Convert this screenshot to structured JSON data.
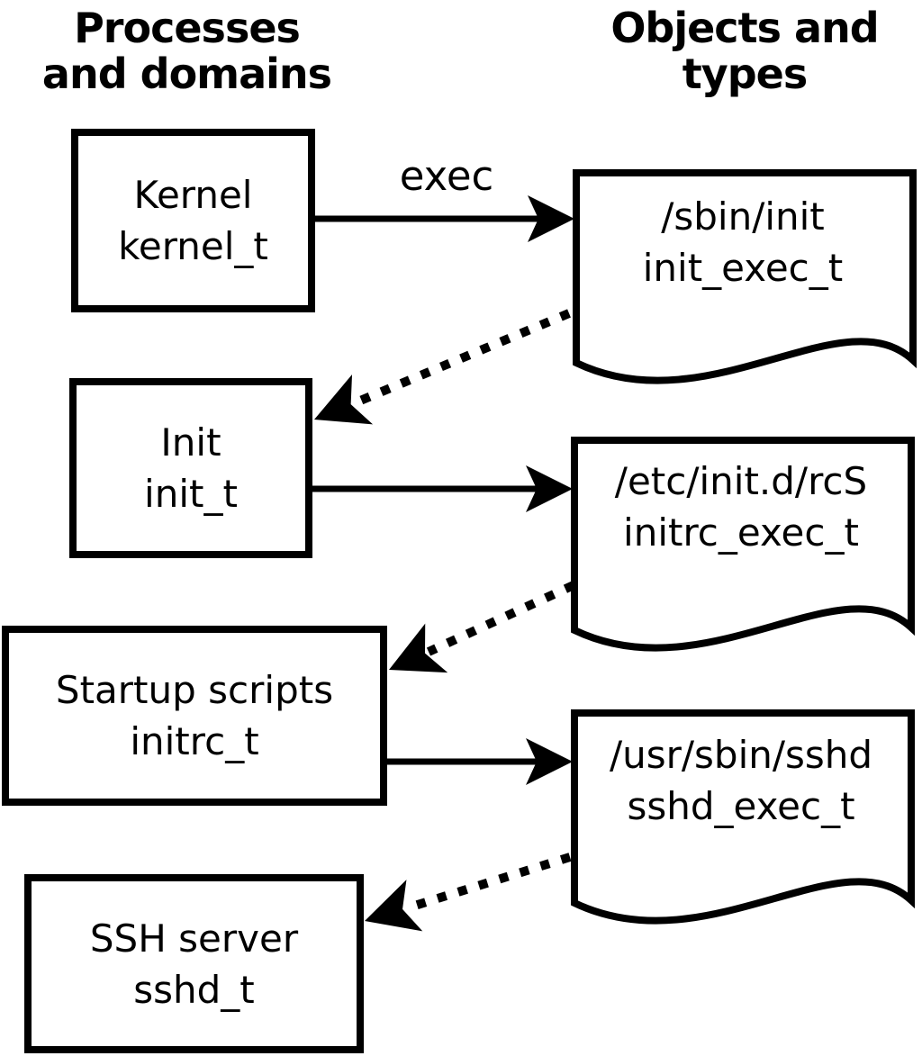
{
  "palette": {
    "ink": "#000000",
    "background": "#ffffff"
  },
  "headers": {
    "left": {
      "line1": "Processes",
      "line2": "and domains"
    },
    "right": {
      "line1": "Objects and",
      "line2": "types"
    }
  },
  "process_boxes": [
    {
      "name": "Kernel",
      "domain": "kernel_t"
    },
    {
      "name": "Init",
      "domain": "init_t"
    },
    {
      "name": "Startup scripts",
      "domain": "initrc_t"
    },
    {
      "name": "SSH server",
      "domain": "sshd_t"
    }
  ],
  "object_docs": [
    {
      "path": "/sbin/init",
      "type": "init_exec_t"
    },
    {
      "path": "/etc/init.d/rcS",
      "type": "initrc_exec_t"
    },
    {
      "path": "/usr/sbin/sshd",
      "type": "sshd_exec_t"
    }
  ],
  "edge_labels": {
    "exec": "exec"
  }
}
